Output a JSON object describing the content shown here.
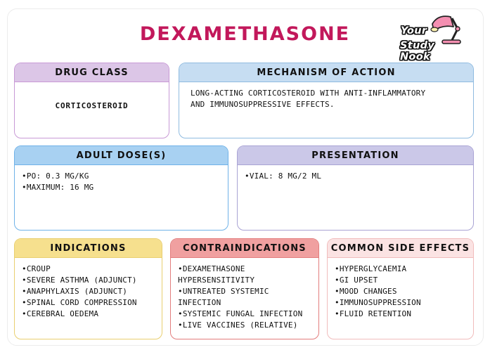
{
  "title": "DEXAMETHASONE",
  "logo": {
    "line1": "Your",
    "line2": "Study Nook",
    "icon": "desk-lamp-icon",
    "accent_color": "#f48fb1"
  },
  "cards": {
    "drug_class": {
      "header": "DRUG CLASS",
      "lines": [
        "CORTICOSTEROID"
      ]
    },
    "mechanism": {
      "header": "MECHANISM OF ACTION",
      "lines": [
        "LONG-ACTING CORTICOSTEROID WITH ANTI-INFLAMMATORY",
        "AND IMMUNOSUPPRESSIVE EFFECTS."
      ]
    },
    "adult_dose": {
      "header": "ADULT DOSE(S)",
      "lines": [
        "•PO: 0.3 MG/KG",
        "•MAXIMUM: 16 MG"
      ]
    },
    "presentation": {
      "header": "PRESENTATION",
      "lines": [
        "•VIAL: 8 MG/2 ML"
      ]
    },
    "indications": {
      "header": "INDICATIONS",
      "lines": [
        "•CROUP",
        "•SEVERE ASTHMA (ADJUNCT)",
        "•ANAPHYLAXIS (ADJUNCT)",
        "•SPINAL CORD COMPRESSION",
        "•CEREBRAL OEDEMA"
      ]
    },
    "contraindications": {
      "header": "CONTRAINDICATIONS",
      "lines": [
        "•DEXAMETHASONE",
        "HYPERSENSITIVITY",
        "•UNTREATED SYSTEMIC",
        "INFECTION",
        "•SYSTEMIC FUNGAL INFECTION",
        "•LIVE VACCINES (RELATIVE)"
      ]
    },
    "side_effects": {
      "header": "COMMON SIDE EFFECTS",
      "lines": [
        "•HYPERGLYCAEMIA",
        "•GI UPSET",
        "•MOOD CHANGES",
        "•IMMUNOSUPPRESSION",
        "•FLUID RETENTION"
      ]
    }
  },
  "colors": {
    "title": "#c2185b",
    "drug_class": "#dcc6e7",
    "mechanism": "#c6ddf2",
    "adult_dose": "#a8d1f2",
    "presentation": "#cbc8e8",
    "indications": "#f6e08e",
    "contraindications": "#f0a0a0",
    "side_effects": "#fbe3e3"
  }
}
